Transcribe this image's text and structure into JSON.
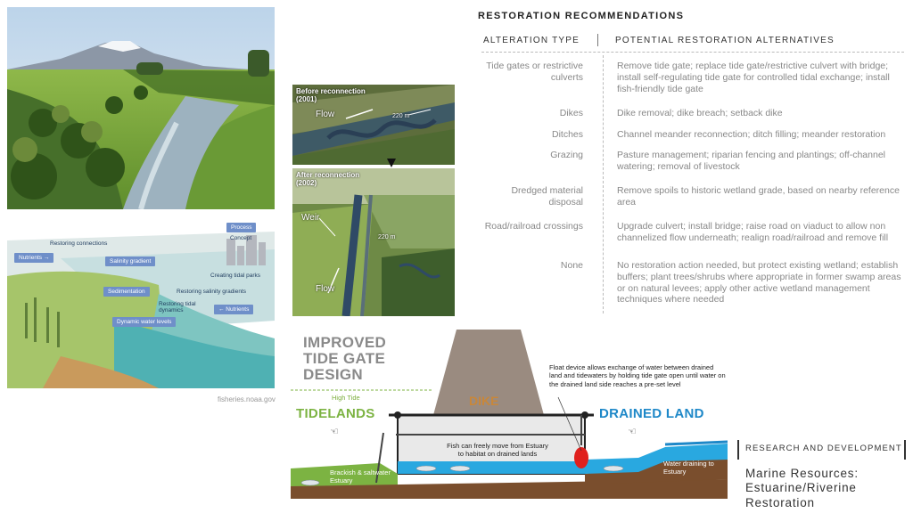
{
  "left_illustration": {
    "process_label": "Process",
    "concept_label": "Concept",
    "labels": [
      "Restoring connections",
      "Nutrients →",
      "Salinity gradient",
      "Creating tidal parks",
      "Sedimentation",
      "Restoring salinity gradients",
      "Restoring tidal dynamics",
      "← Nutrients",
      "Dynamic water levels"
    ],
    "credit": "fisheries.noaa.gov"
  },
  "aerial": {
    "before_caption": "Before reconnection",
    "before_year": "(2001)",
    "before_flow": "Flow",
    "before_distance": "220 m",
    "after_caption": "After reconnection",
    "after_year": "(2002)",
    "after_weir": "Weir",
    "after_distance": "220 m",
    "after_flow": "Flow"
  },
  "recommendations": {
    "title": "RESTORATION RECOMMENDATIONS",
    "col_type": "ALTERATION TYPE",
    "col_alt": "POTENTIAL RESTORATION ALTERNATIVES",
    "rows": [
      {
        "type": "Tide gates or restrictive culverts",
        "alt": "Remove tide gate; replace tide gate/restrictive culvert with bridge; install  self-regulating tide gate for controlled tidal exchange; install fish-friendly  tide gate"
      },
      {
        "type": "Dikes",
        "alt": "Dike removal; dike breach; setback dike"
      },
      {
        "type": "Ditches",
        "alt": "Channel meander reconnection; ditch filling; meander restoration"
      },
      {
        "type": "Grazing",
        "alt": "Pasture management; riparian fencing and plantings; off-channel watering;  removal of livestock"
      },
      {
        "type": "Dredged material disposal",
        "alt": "Remove spoils to historic wetland grade, based on nearby reference area"
      },
      {
        "type": "Road/railroad crossings",
        "alt": "Upgrade culvert; install bridge; raise road on viaduct to allow non channelized flow underneath; realign road/railroad and remove fill"
      },
      {
        "type": "None",
        "alt": "No restoration action needed, but protect existing wetland; establish  buffers; plant trees/shrubs where appropriate in former swamp areas or on  natural levees; apply other active wetland management techniques where  needed"
      }
    ]
  },
  "tide_gate": {
    "title_line1": "IMPROVED",
    "title_line2": "TIDE GATE",
    "title_line3": "DESIGN",
    "float_note": "Float device allows exchange of water between drained land and tidewaters by holding tide gate open until water on the drained land side reaches a pre-set level",
    "high_tide": "High Tide",
    "tidelands": "TIDELANDS",
    "dike": "DIKE",
    "drained_land": "DRAINED LAND",
    "fish_note": "Fish can freely move from Estuary to habitat on drained lands",
    "brackish": "Brackish & saltwater Estuary",
    "water_draining": "Water draining to Estuary",
    "colors": {
      "tidelands": "#7cb342",
      "drained": "#1e88c8",
      "dike": "#c8873a",
      "water": "#29a8e0"
    }
  },
  "footer": {
    "section_label": "RESEARCH AND DEVELOPMENT",
    "title": "Marine Resources: Estuarine/Riverine Restoration"
  }
}
